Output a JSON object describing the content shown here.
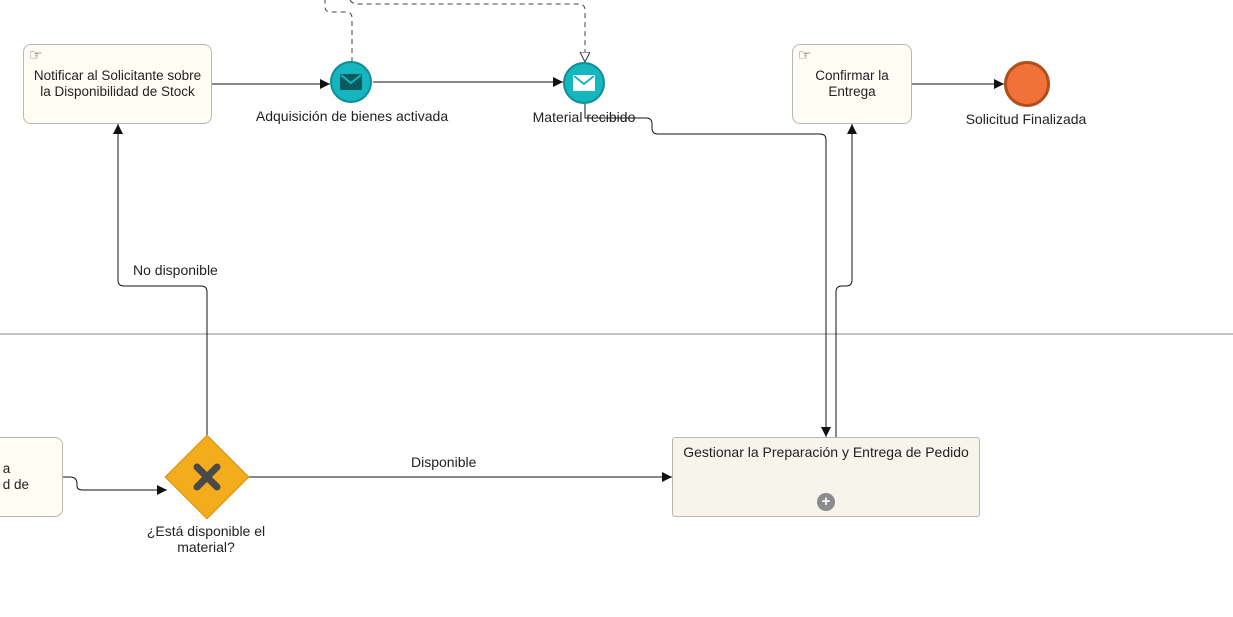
{
  "tasks": {
    "notify": "Notificar al Solicitante sobre la Disponibilidad de Stock",
    "confirm": "Confirmar la Entrega",
    "left_partial_line1": "a",
    "left_partial_line2": "d de"
  },
  "subprocess": {
    "label": "Gestionar la Preparación y Entrega de Pedido",
    "marker": "+"
  },
  "events": {
    "msg1_label": "Adquisición de bienes activada",
    "msg2_label": "Material recibido",
    "end_label": "Solicitud Finalizada"
  },
  "gateway": {
    "label_line1": "¿Está disponible el",
    "label_line2": "material?"
  },
  "flows": {
    "no": "No disponible",
    "yes": "Disponible"
  },
  "icons": {
    "task": "hand-pointer-icon",
    "message": "envelope-icon",
    "gateway": "x-icon"
  },
  "colors": {
    "message_event": "#16b6c0",
    "end_event": "#f07238",
    "gateway": "#f3ac1c",
    "task_fill": "#fffdf3"
  }
}
